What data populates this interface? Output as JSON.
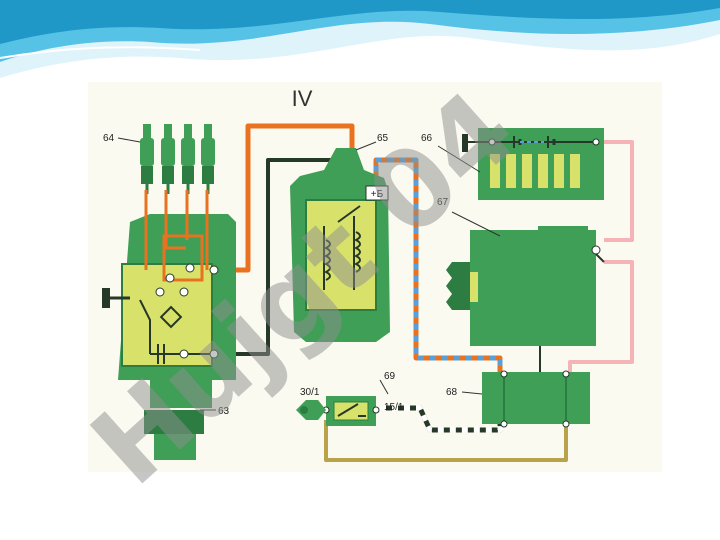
{
  "slide": {
    "title": "IV",
    "watermark": "Hujgt 04",
    "colors": {
      "panel": "#fbfaf1",
      "unit_green": "#3f9f56",
      "unit_green_light": "#5fb772",
      "inner_yellow": "#d8e26a",
      "wire_orange": "#e8721f",
      "wire_dark": "#263828",
      "wire_pink": "#f5b3b8",
      "wire_blue": "#5aa0d8",
      "wire_olive": "#b8a34a",
      "watermark": "#8f8f8f",
      "watermark_violet": "#c9a8e8"
    }
  },
  "labels": {
    "l64": "64",
    "l65": "65",
    "l66": "66",
    "l67": "67",
    "l68": "68",
    "l69": "69",
    "l63": "63",
    "l30": "30/1",
    "l15": "15/1",
    "plus": "+Б"
  },
  "icons": [
    "spark-plug-icon",
    "distributor-icon",
    "ignition-coil-icon",
    "battery-icon",
    "generator-icon",
    "relay-icon",
    "ignition-key-icon"
  ]
}
